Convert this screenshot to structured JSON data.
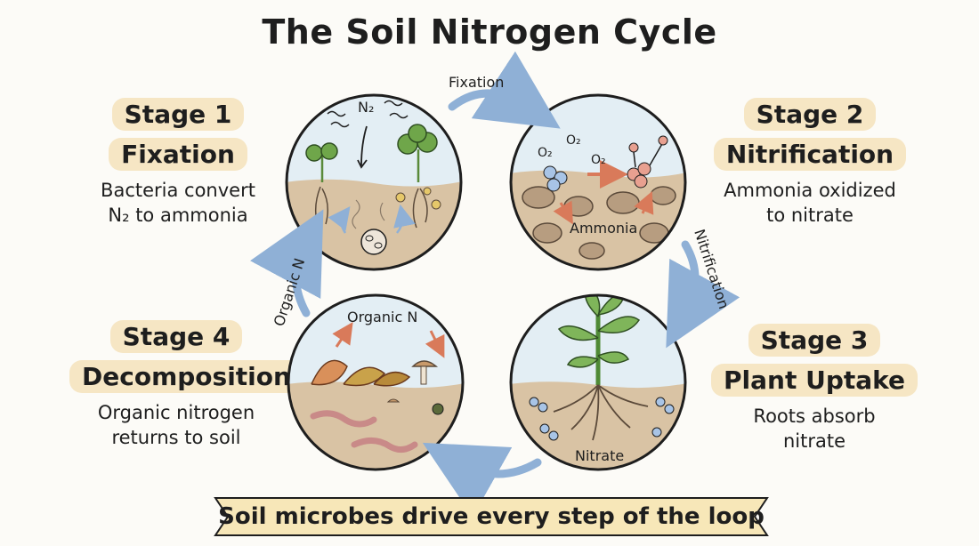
{
  "title": "The Soil Nitrogen Cycle",
  "stages": [
    {
      "stage": "Stage 1",
      "name": "Fixation",
      "desc_lines": [
        "Bacteria convert",
        "N₂ to ammonia"
      ]
    },
    {
      "stage": "Stage 2",
      "name": "Nitrification",
      "desc_lines": [
        "Ammonia oxidized",
        "to nitrate"
      ]
    },
    {
      "stage": "Stage 3",
      "name": "Plant Uptake",
      "desc_lines": [
        "Roots absorb",
        "nitrate"
      ]
    },
    {
      "stage": "Stage 4",
      "name": "Decomposition",
      "desc_lines": [
        "Organic nitrogen",
        "returns to soil"
      ]
    }
  ],
  "arrows": {
    "top": "Fixation",
    "right": "Nitrification",
    "left": "Organic N"
  },
  "circle_labels": {
    "c1_gas": "N₂",
    "c2_o2": [
      "O₂",
      "O₂",
      "O₂"
    ],
    "c2_soil": "Ammonia",
    "c3_soil": "Nitrate",
    "c4_top": "Organic N"
  },
  "banner": "Soil microbes drive every step of the loop",
  "colors": {
    "sky": "#e3eef4",
    "soil": "#d9c3a4",
    "pill": "#f6e6c4",
    "arrow": "#8fb0d6",
    "banner": "#f7e7b8"
  }
}
